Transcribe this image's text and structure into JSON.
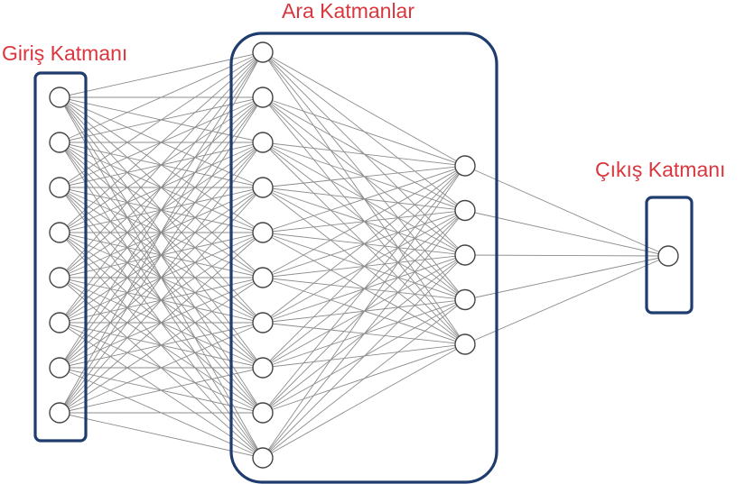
{
  "layers": {
    "input": {
      "label": "Giriş Katmanı",
      "neurons": 8
    },
    "hidden": {
      "label": "Ara Katmanlar",
      "neurons_a": 10,
      "neurons_b": 5
    },
    "output": {
      "label": "Çıkış Katmanı",
      "neurons": 1
    }
  },
  "colors": {
    "label": "#d9363e",
    "box_border": "#1f3c6e",
    "connection": "#8c8c8c",
    "neuron_stroke": "#444444",
    "neuron_fill": "#ffffff"
  }
}
